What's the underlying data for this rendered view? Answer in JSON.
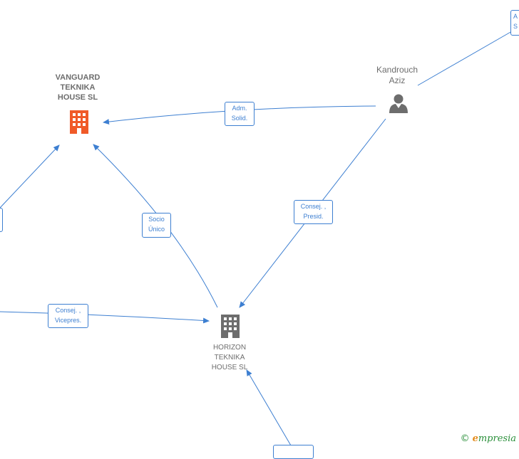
{
  "nodes": {
    "vanguard": {
      "label": "VANGUARD\nTEKNIKA\nHOUSE  SL",
      "color": "#f05a28"
    },
    "horizon": {
      "label": "HORIZON\nTEKNIKA\nHOUSE  SL",
      "color": "#6d6d6d"
    },
    "kandrouch": {
      "label": "Kandrouch\nAziz",
      "color": "#6d6d6d"
    }
  },
  "edges": {
    "adm_solid": {
      "line1": "Adm.",
      "line2": "Solid."
    },
    "socio_unico": {
      "line1": "Socio",
      "line2": "Único"
    },
    "consej_presid": {
      "line1": "Consej. ,",
      "line2": "Presid."
    },
    "consej_vicepres": {
      "line1": "Consej. ,",
      "line2": "Vicepres."
    },
    "top_right_partial": {
      "line1": "A",
      "line2": "S"
    }
  },
  "colors": {
    "edge": "#3d7fd1"
  },
  "watermark": {
    "copyright": "©",
    "brand_initial": "e",
    "brand_rest": "mpresia"
  }
}
